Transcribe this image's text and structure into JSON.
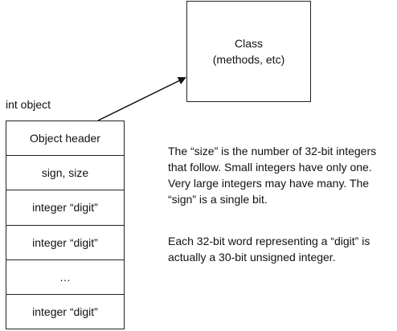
{
  "class_box": {
    "line1": "Class",
    "line2": "(methods, etc)"
  },
  "int_object": {
    "label": "int object",
    "cells": [
      "Object header",
      "sign, size",
      "integer “digit”",
      "integer “digit”",
      "…",
      "integer “digit”"
    ]
  },
  "notes": {
    "size_note": "The “size” is the number of 32-bit integers that follow. Small integers have only one. Very large integers may have many. The “sign” is a single bit.",
    "digit_note": "Each 32-bit word representing a “digit” is actually a 30-bit unsigned integer."
  }
}
